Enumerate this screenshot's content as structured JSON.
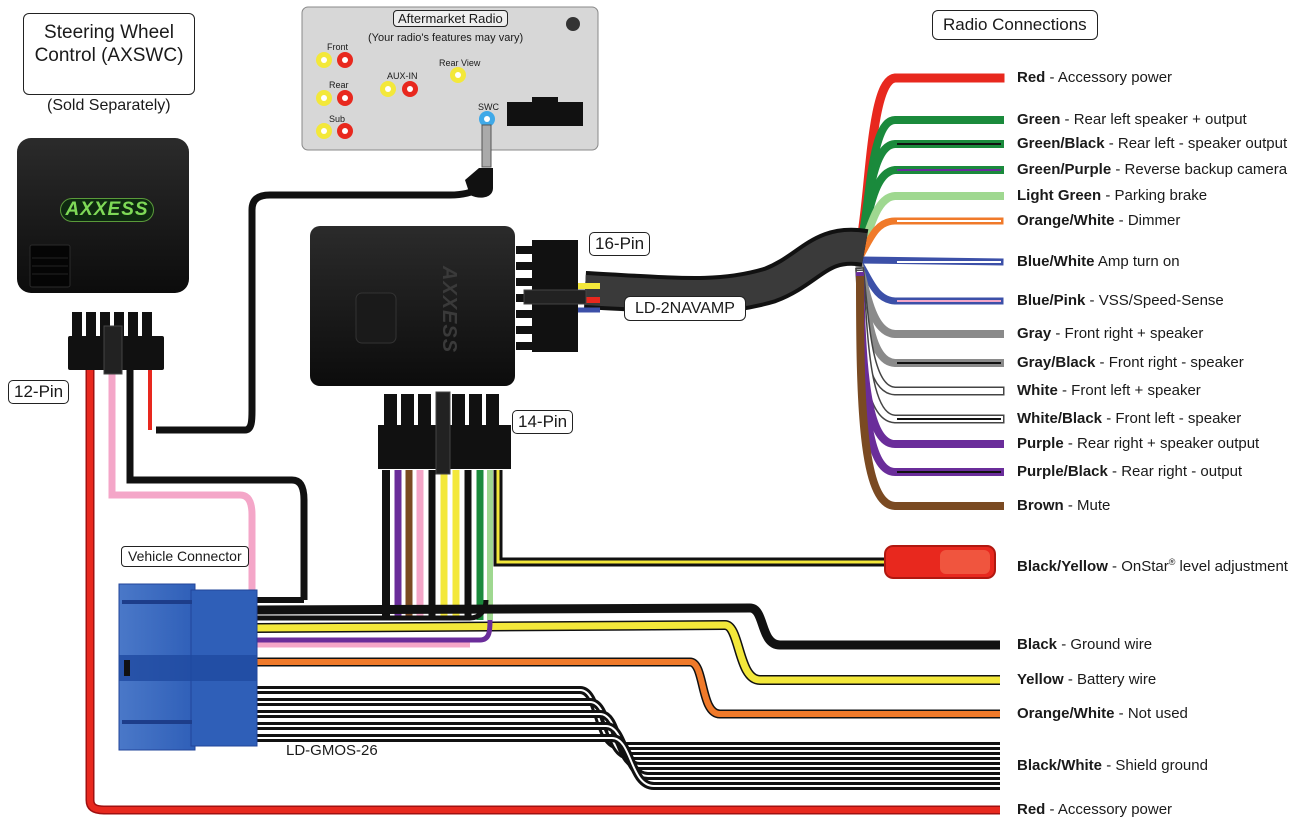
{
  "swc": {
    "title_line1": "Steering Wheel",
    "title_line2": "Control (AXSWC)",
    "sold_separately": "(Sold Separately)",
    "pin_label": "12-Pin",
    "logo": "AXXESS"
  },
  "radio": {
    "title": "Aftermarket Radio",
    "subtitle": "(Your radio's features may vary)",
    "front": "Front",
    "rear": "Rear",
    "sub": "Sub",
    "aux_in": "AUX-IN",
    "rear_view": "Rear View",
    "swc": "SWC"
  },
  "interface": {
    "pin16": "16-Pin",
    "pin14": "14-Pin",
    "harness": "LD-2NAVAMP",
    "logo": "AXXESS"
  },
  "vehicle": {
    "connector_label": "Vehicle Connector",
    "model": "LD-GMOS-26"
  },
  "radio_connections_title": "Radio Connections",
  "radio_wires": [
    {
      "name": "Red",
      "desc": " - Accessory power",
      "color": "#e8281e"
    },
    {
      "name": "Green",
      "desc": " - Rear left speaker + output",
      "color": "#1a8a3c"
    },
    {
      "name": "Green/Black",
      "desc": " - Rear left - speaker output",
      "color": "#1a8a3c"
    },
    {
      "name": "Green/Purple",
      "desc": " - Reverse backup camera",
      "color": "#1a8a3c"
    },
    {
      "name": "Light Green",
      "desc": " - Parking brake",
      "color": "#9fd890"
    },
    {
      "name": "Orange/White",
      "desc": " - Dimmer",
      "color": "#f07a2a"
    },
    {
      "name": "Blue/White",
      "desc": "  Amp turn on",
      "color": "#3c50a8"
    },
    {
      "name": "Blue/Pink",
      "desc": " - VSS/Speed-Sense",
      "color": "#3c50a8"
    },
    {
      "name": "Gray",
      "desc": " - Front right + speaker",
      "color": "#8a8a8a"
    },
    {
      "name": "Gray/Black",
      "desc": " - Front right - speaker",
      "color": "#8a8a8a"
    },
    {
      "name": "White",
      "desc": " - Front left + speaker",
      "color": "#ffffff"
    },
    {
      "name": "White/Black",
      "desc": " - Front left - speaker",
      "color": "#ffffff"
    },
    {
      "name": "Purple",
      "desc": " - Rear right + speaker output",
      "color": "#6a2d9a"
    },
    {
      "name": "Purple/Black",
      "desc": " - Rear right - output",
      "color": "#6a2d9a"
    },
    {
      "name": "Brown",
      "desc": " - Mute",
      "color": "#7a4a22"
    }
  ],
  "onstar": {
    "name": "Black/Yellow",
    "desc": " - OnStar",
    "sup": "®",
    "desc2": " level adjustment"
  },
  "vehicle_wires": [
    {
      "name": "Black",
      "desc": " - Ground wire",
      "color": "#111111"
    },
    {
      "name": "Yellow",
      "desc": " - Battery wire",
      "color": "#f3e83a"
    },
    {
      "name": "Orange/White",
      "desc": " - Not used",
      "color": "#f07a2a"
    },
    {
      "name": "Black/White",
      "desc": " - Shield ground",
      "color": "#111111"
    },
    {
      "name": "Red",
      "desc": " - Accessory power",
      "color": "#e8281e"
    }
  ]
}
